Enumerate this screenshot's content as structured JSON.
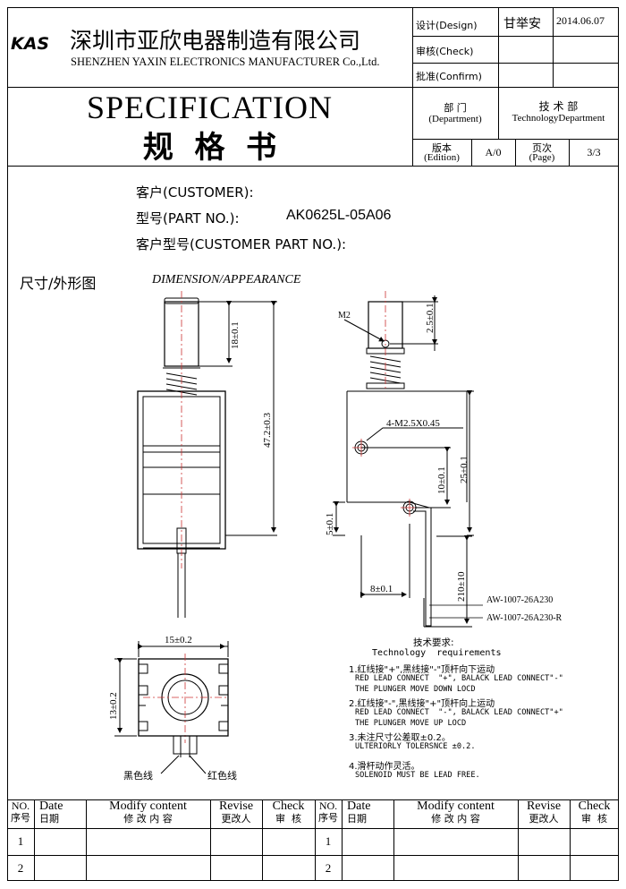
{
  "header": {
    "logo": "KAS",
    "company_cn": "深圳市亚欣电器制造有限公司",
    "company_en": "SHENZHEN YAXIN ELECTRONICS MANUFACTURER Co.,Ltd.",
    "spec_title_en": "SPECIFICATION",
    "spec_title_cn": "规  格  书",
    "design_label": "设计(Design)",
    "design_name": "甘举安",
    "design_date": "2014.06.07",
    "check_label": "审核(Check)",
    "confirm_label": "批准(Confirm)",
    "department_label_cn": "部  门",
    "department_label_en": "(Department)",
    "department_value_cn": "技 术 部",
    "department_value_en": "TechnologyDepartment",
    "edition_label_cn": "版本",
    "edition_label_en": "(Edition)",
    "edition_value": "A/0",
    "page_label_cn": "页次",
    "page_label_en": "(Page)",
    "page_value": "3/3"
  },
  "info": {
    "customer_label": "客户(CUSTOMER):",
    "part_label": "型号(PART NO.):",
    "part_value": "AK0625L-05A06",
    "customer_part_label": "客户型号(CUSTOMER PART NO.):"
  },
  "section": {
    "title_cn": "尺寸/外形图",
    "title_en": "DIMENSION/APPEARANCE"
  },
  "drawing": {
    "dim_18": "18±0.1",
    "dim_47": "47.2±0.3",
    "m2": "M2",
    "dim_25a": "2.5±0.1",
    "thread": "4-M2.5X0.45",
    "dim_25b": "25±0.1",
    "dim_10": "10±0.1",
    "dim_5": "5±0.1",
    "dim_8": "8±0.1",
    "dim_210": "210±10",
    "wire1": "AW-1007-26A230",
    "wire2": "AW-1007-26A230-R",
    "dim_15": "15±0.2",
    "dim_13": "13±0.2",
    "black_wire": "黑色线",
    "red_wire": "红色线"
  },
  "requirements": {
    "title_cn": "技术要求:",
    "title_en": "Technology  requirements",
    "items": [
      {
        "cn": "1.红线接\"+\",黑线接\"-\"顶杆向下运动",
        "en1": "RED LEAD CONNECT  \"+\", BALACK LEAD CONNECT\"-\"",
        "en2": "THE PLUNGER MOVE DOWN LOCD"
      },
      {
        "cn": "2.红线接\"-\",黑线接\"+\"顶杆向上运动",
        "en1": "RED LEAD CONNECT  \"-\", BALACK LEAD CONNECT\"+\"",
        "en2": "THE PLUNGER MOVE UP LOCD"
      },
      {
        "cn": "3.未注尺寸公差取±0.2。",
        "en1": "ULTERIORLY TOLERSNCE ±0.2.",
        "en2": ""
      },
      {
        "cn": "4.滑杆动作灵活。",
        "en1": "SOLENOID MUST BE LEAD FREE.",
        "en2": ""
      }
    ]
  },
  "revision": {
    "headers": [
      {
        "en": "NO.",
        "cn": "序号"
      },
      {
        "en": "Date",
        "cn": "日期"
      },
      {
        "en": "Modify content",
        "cn": "修 改 内 容"
      },
      {
        "en": "Revise",
        "cn": "更改人"
      },
      {
        "en": "Check",
        "cn": "审  核"
      }
    ],
    "rows": [
      "1",
      "2"
    ]
  }
}
